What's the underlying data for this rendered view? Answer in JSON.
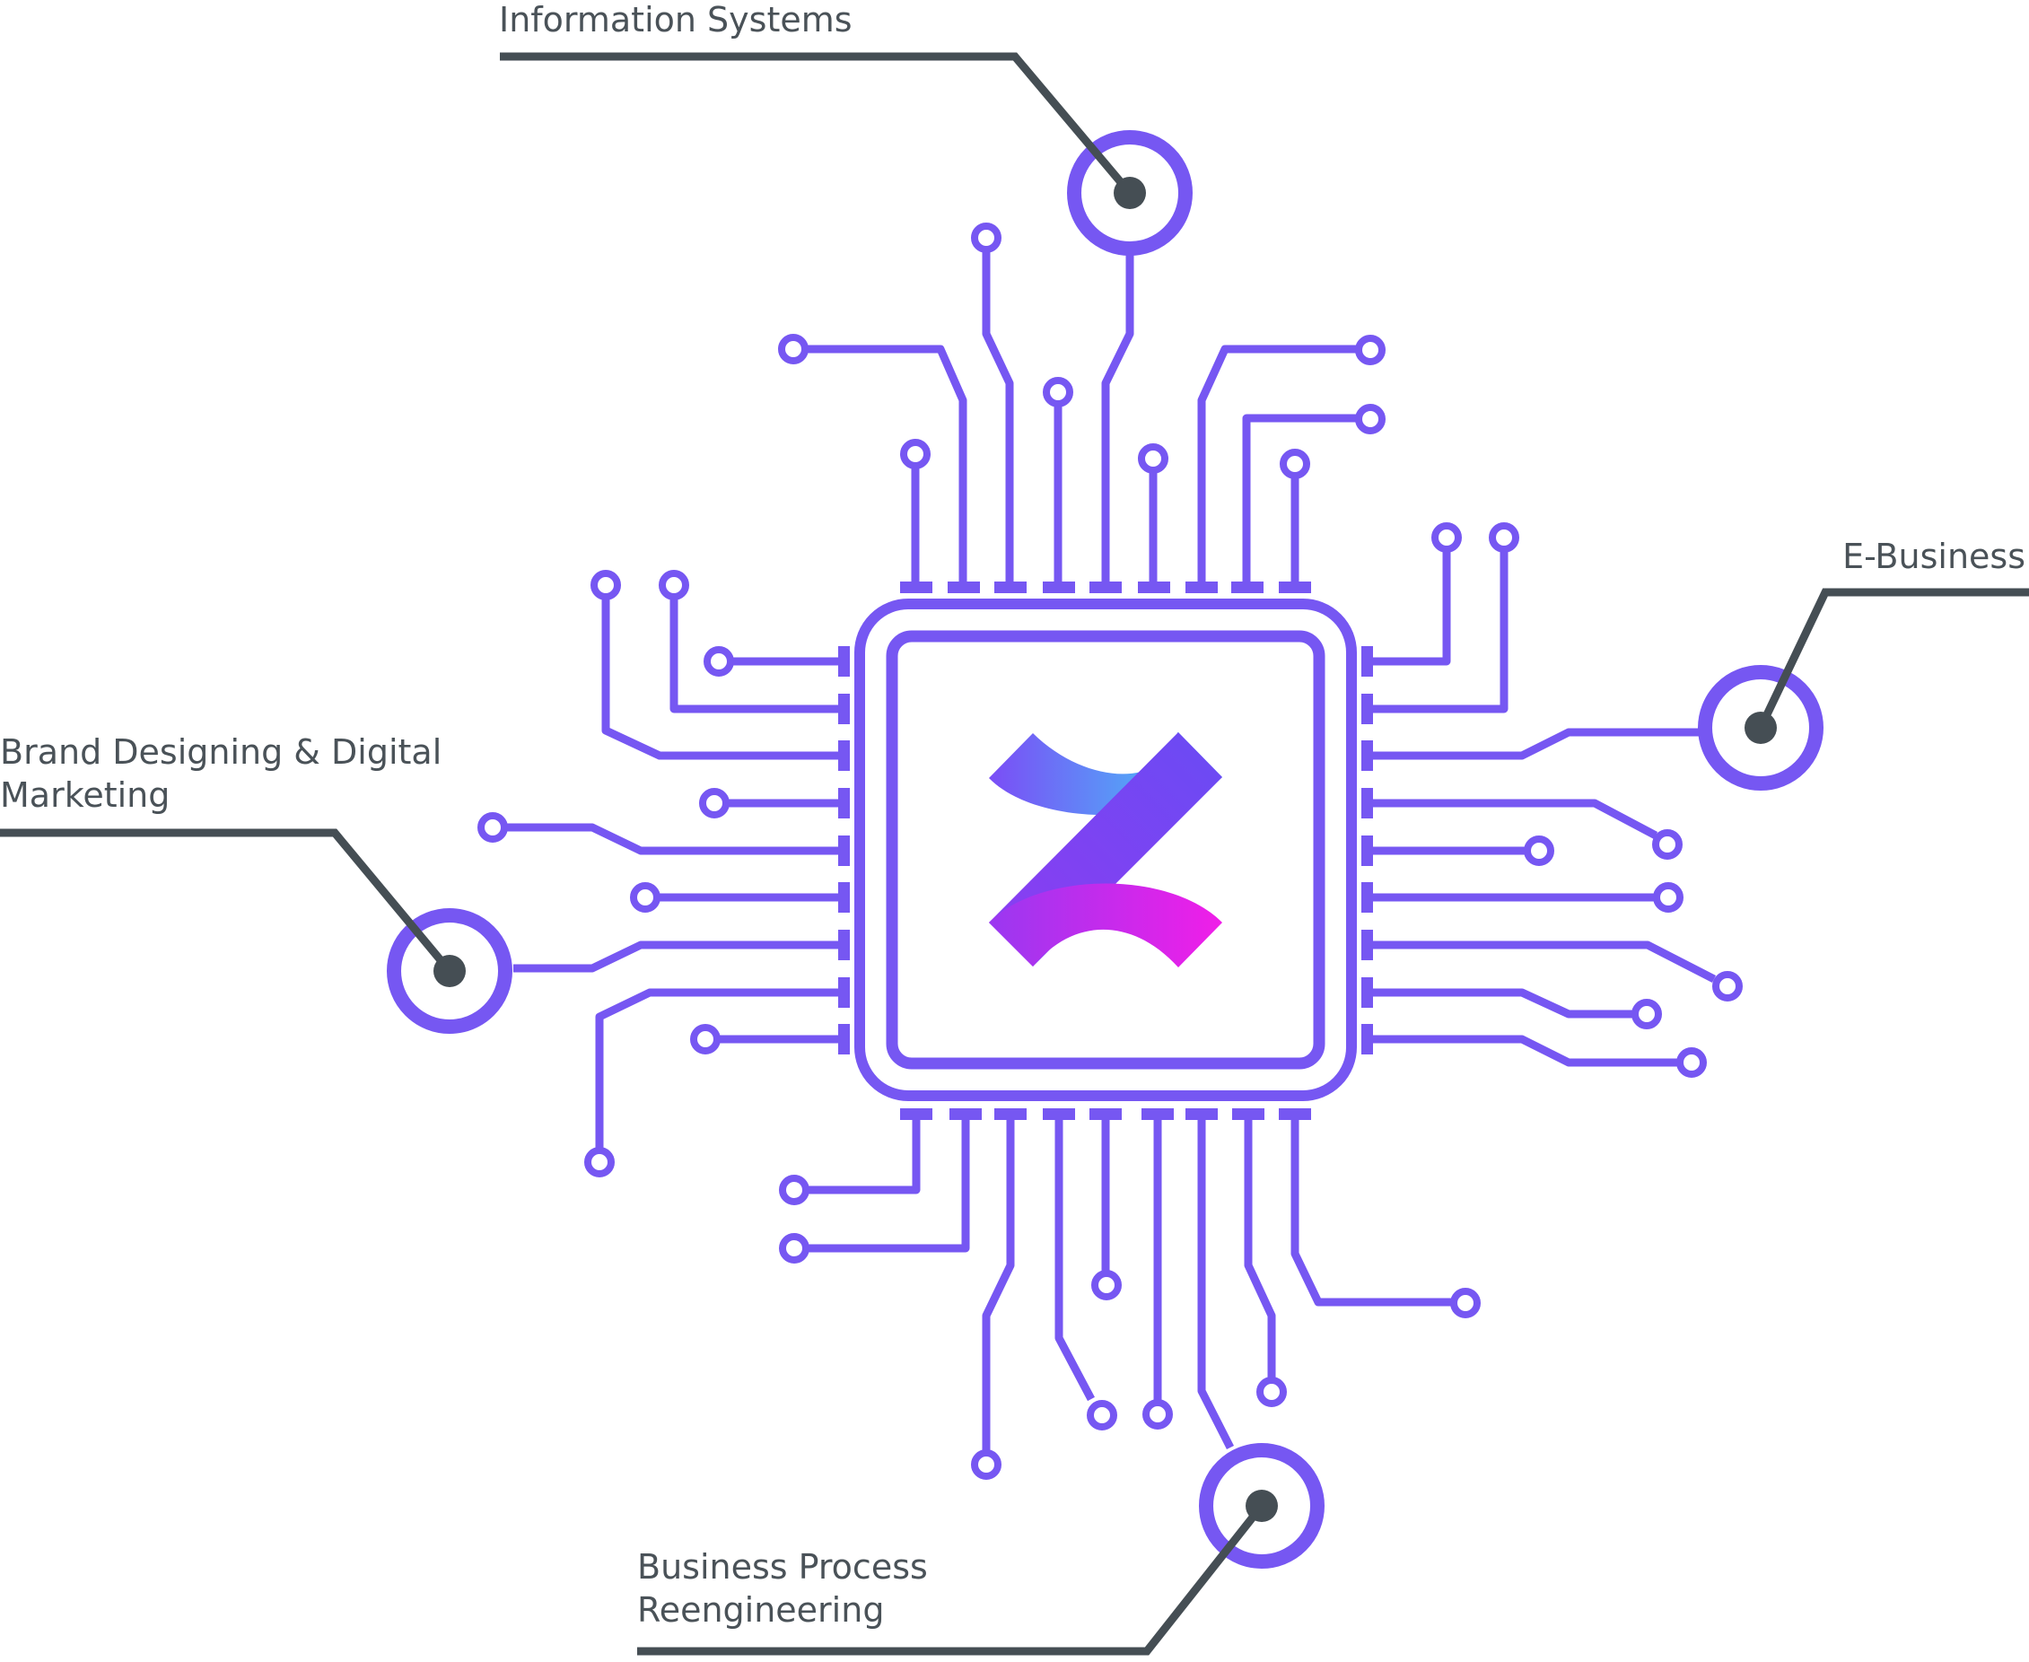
{
  "callouts": {
    "information_systems": "Information Systems",
    "e_business": "E-Business",
    "brand_line1": "Brand Designing & Digital",
    "brand_line2": "Marketing",
    "bpr_line1": "Business Process",
    "bpr_line2": "Reengineering"
  },
  "colors": {
    "circuit": "#7657f2",
    "callout": "#454e54",
    "logo_gradient_top": [
      "#7b4df6",
      "#3fd2f8"
    ],
    "logo_gradient_bottom": [
      "#8a3ff0",
      "#f01ee8"
    ]
  },
  "icons": {
    "center_logo": "z-logo-icon"
  }
}
